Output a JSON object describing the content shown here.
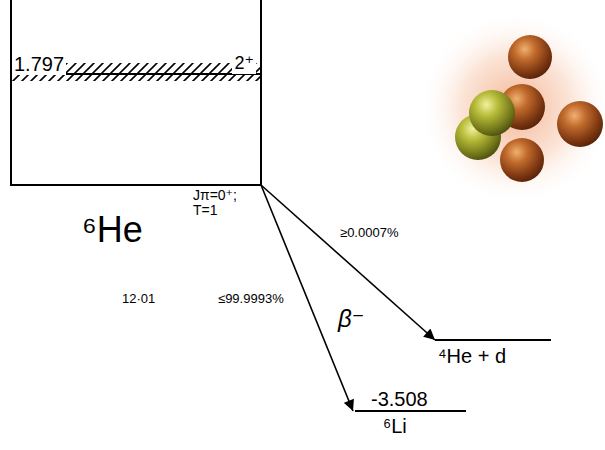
{
  "diagram": {
    "nodes": [
      {
        "text": [
          "⁶He",
          "Jπ=0⁺; T=1"
        ]
      },
      {
        "text": [
          "1.797",
          "2⁺"
        ],
        "in": 0
      },
      {
        "text": [
          "⁴He + d"
        ]
      },
      {
        "text": [
          "-3.508",
          "⁶Li"
        ]
      }
    ],
    "edges": [
      {
        "from": 0,
        "to": 2,
        "arrow": "to",
        "label": "≥0.0007%"
      },
      {
        "from": 0,
        "to": 3,
        "arrow": "to",
        "label": "≤99.9993%"
      }
    ],
    "labels": [
      "β⁻",
      "12·01"
    ]
  }
}
